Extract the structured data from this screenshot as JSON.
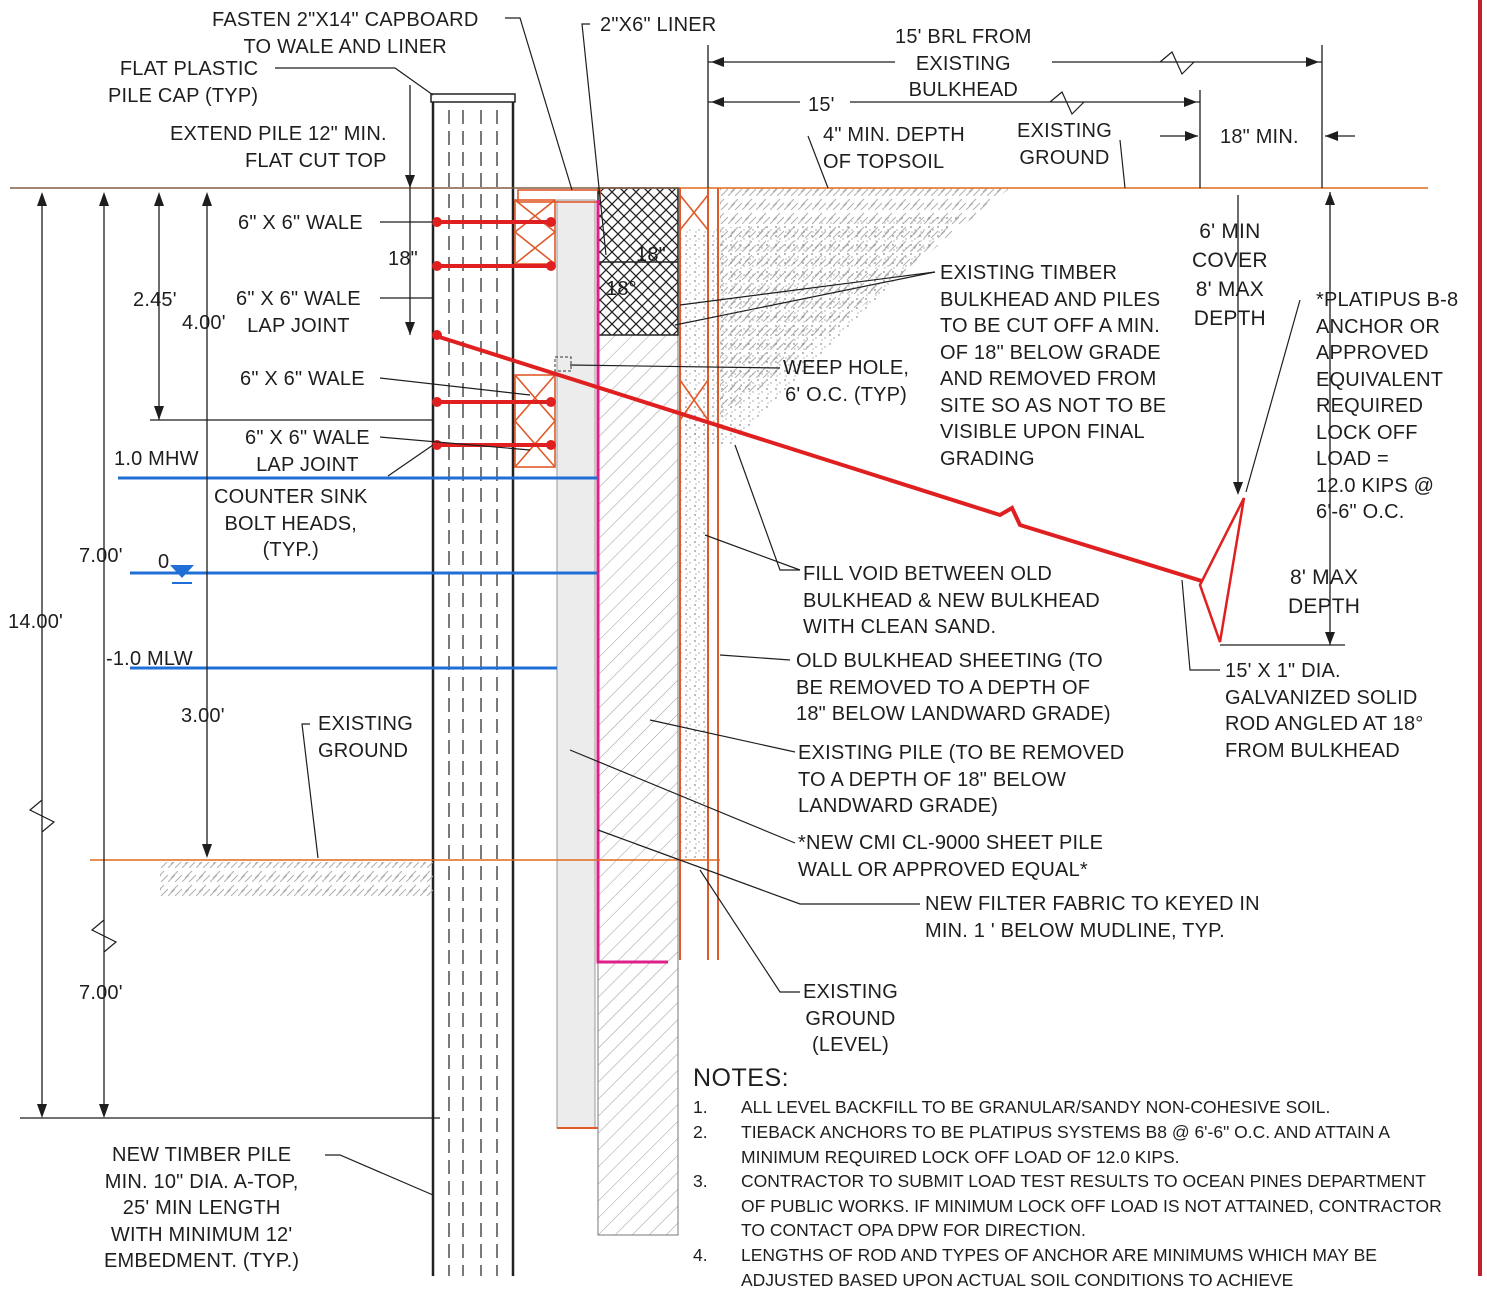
{
  "colors": {
    "ink": "#1e1e1e",
    "tieback": "#e02020",
    "water": "#1f6fd6",
    "grade": "#e06a1e",
    "sheet": "#e0208a",
    "existing": "#e05a2a",
    "frame": "#c0202a"
  },
  "labels": {
    "fasten": "FASTEN 2\"X14\" CAPBOARD\nTO WALE AND LINER",
    "liner": "2\"X6\" LINER",
    "brl": "15' BRL FROM\nEXISTING\nBULKHEAD",
    "pile_cap": "FLAT PLASTIC\nPILE CAP (TYP)",
    "dim_15": "15'",
    "extend": "EXTEND PILE 12\" MIN.\nFLAT CUT TOP",
    "topsoil": "4\" MIN. DEPTH\nOF TOPSOIL",
    "existing_ground_top": "EXISTING\nGROUND",
    "min18": "18\" MIN.",
    "wale1": "6\" X 6\" WALE",
    "dim_18_left": "18\"",
    "dim_18_box": "18\"",
    "angle_18": "18°",
    "cover": "6' MIN\nCOVER\n8' MAX\nDEPTH",
    "existing_timber": "EXISTING TIMBER\nBULKHEAD AND PILES\nTO BE CUT OFF A MIN.\nOF 18\" BELOW GRADE\nAND REMOVED FROM\nSITE SO AS NOT TO BE\nVISIBLE UPON FINAL\nGRADING",
    "dim_245": "2.45'",
    "wale_lap": "6\" X 6\" WALE\nLAP JOINT",
    "dim_400": "4.00'",
    "platipus": "*PLATIPUS B-8\nANCHOR OR\nAPPROVED\nEQUIVALENT\nREQUIRED\nLOCK OFF\nLOAD =\n12.0 KIPS @\n6'-6\" O.C.",
    "wale2": "6\" X 6\" WALE",
    "weep": "WEEP HOLE,\n6' O.C. (TYP)",
    "wale_lap2": "6\" X 6\" WALE\nLAP JOINT",
    "mhw": "1.0 MHW",
    "counter_sink": "COUNTER SINK\nBOLT HEADS,\n(TYP.)",
    "dim_700_top": "7.00'",
    "zero": "0",
    "fill_void": "FILL VOID BETWEEN OLD\nBULKHEAD & NEW BULKHEAD\nWITH CLEAN SAND.",
    "max_depth": "8' MAX\nDEPTH",
    "dim_1400": "14.00'",
    "mlw": "-1.0 MLW",
    "old_sheeting": "OLD BULKHEAD SHEETING (TO\nBE REMOVED TO A DEPTH OF\n18\" BELOW LANDWARD GRADE)",
    "rod": "15' X 1\" DIA.\nGALVANIZED SOLID\nROD ANGLED AT 18°\nFROM BULKHEAD",
    "dim_300": "3.00'",
    "existing_ground_mid": "EXISTING\nGROUND",
    "existing_pile": "EXISTING PILE (TO BE REMOVED\nTO A DEPTH OF 18\" BELOW\nLANDWARD GRADE)",
    "new_cmi": "*NEW CMI CL-9000 SHEET PILE\nWALL OR APPROVED EQUAL*",
    "filter_fabric": "NEW FILTER FABRIC TO KEYED IN\nMIN. 1 ' BELOW MUDLINE, TYP.",
    "dim_700_bot": "7.00'",
    "existing_ground_low": "EXISTING\nGROUND\n(LEVEL)",
    "new_timber": "NEW TIMBER PILE\nMIN. 10\" DIA. A-TOP,\n25' MIN LENGTH\nWITH MINIMUM 12'\nEMBEDMENT. (TYP.)"
  },
  "notes": {
    "title": "NOTES:",
    "items": [
      {
        "num": "1.",
        "text": "ALL LEVEL BACKFILL TO BE GRANULAR/SANDY NON-COHESIVE SOIL."
      },
      {
        "num": "2.",
        "text": "TIEBACK ANCHORS TO BE PLATIPUS SYSTEMS B8 @ 6'-6\" O.C. AND ATTAIN A MINIMUM REQUIRED LOCK OFF LOAD OF 12.0 KIPS."
      },
      {
        "num": "3.",
        "text": "CONTRACTOR TO SUBMIT LOAD TEST RESULTS TO OCEAN PINES DEPARTMENT OF PUBLIC WORKS.  IF MINIMUM LOCK OFF LOAD IS NOT ATTAINED, CONTRACTOR TO CONTACT OPA DPW FOR DIRECTION."
      },
      {
        "num": "4.",
        "text": "LENGTHS OF ROD AND TYPES OF ANCHOR ARE MINIMUMS WHICH MAY BE ADJUSTED BASED UPON ACTUAL SOIL CONDITIONS TO ACHIEVE"
      }
    ]
  }
}
